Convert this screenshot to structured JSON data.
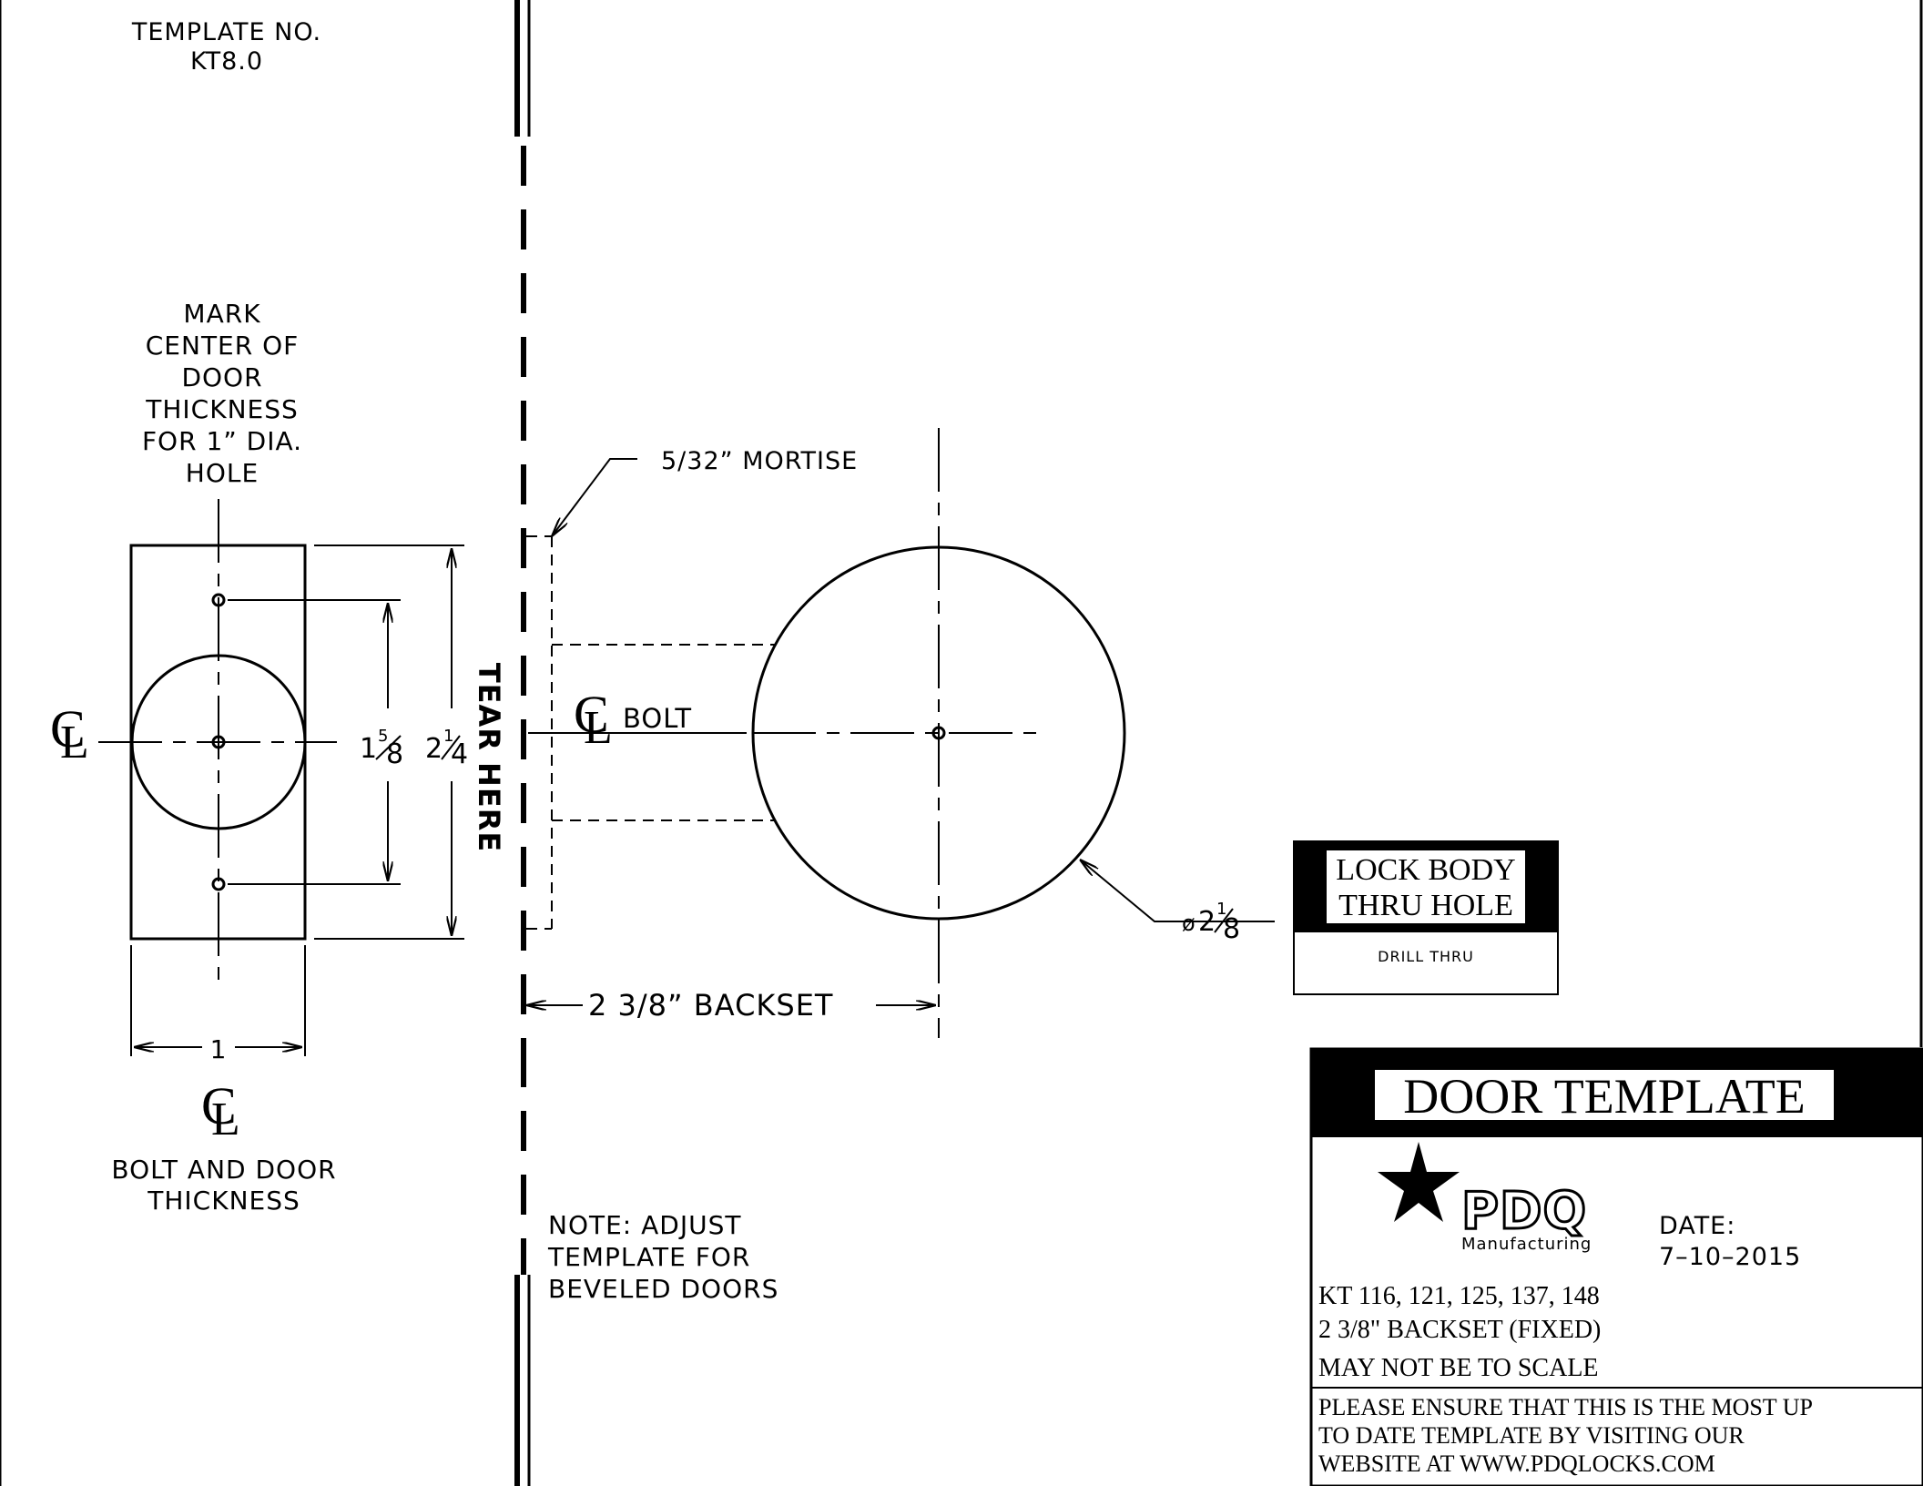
{
  "template_no": {
    "line1": "TEMPLATE NO.",
    "line2": "KT8.0"
  },
  "mark_note": [
    "MARK",
    "CENTER OF",
    "DOOR",
    "THICKNESS",
    "FOR 1” DIA.",
    "HOLE"
  ],
  "cl_symbol": {
    "c": "C",
    "l": "L"
  },
  "edge_view": {
    "dim_width": "1",
    "dim_hole_spacing": {
      "whole": "1",
      "num": "5",
      "den": "8"
    },
    "dim_height": {
      "whole": "2",
      "num": "1",
      "den": "4"
    },
    "bottom_label": [
      "BOLT AND DOOR",
      "THICKNESS"
    ]
  },
  "tear_here": "TEAR HERE",
  "mortise_label": "5/32” MORTISE",
  "bolt_label": "BOLT",
  "backset_label": "2  3/8”  BACKSET",
  "hole_dim": {
    "symbol": "ø",
    "whole": "2",
    "num": "1",
    "den": "8"
  },
  "lock_body": {
    "line1": "LOCK BODY",
    "line2": "THRU HOLE",
    "drill": "DRILL THRU"
  },
  "note": [
    "NOTE: ADJUST",
    "TEMPLATE FOR",
    "BEVELED DOORS"
  ],
  "title_block": {
    "title": "DOOR TEMPLATE",
    "logo_text": "PDQ",
    "logo_sub": "Manufacturing",
    "date_label": "DATE:",
    "date_value": "7–10–2015",
    "models": "KT 116, 121, 125, 137, 148",
    "backset": "2  3/8\" BACKSET (FIXED)",
    "scale_note": "MAY NOT BE TO SCALE",
    "website_note": [
      "PLEASE ENSURE THAT THIS IS THE MOST UP",
      "TO DATE TEMPLATE BY VISITING OUR",
      "WEBSITE AT WWW.PDQLOCKS.COM"
    ]
  },
  "colors": {
    "ink": "#000000",
    "paper": "#ffffff"
  }
}
